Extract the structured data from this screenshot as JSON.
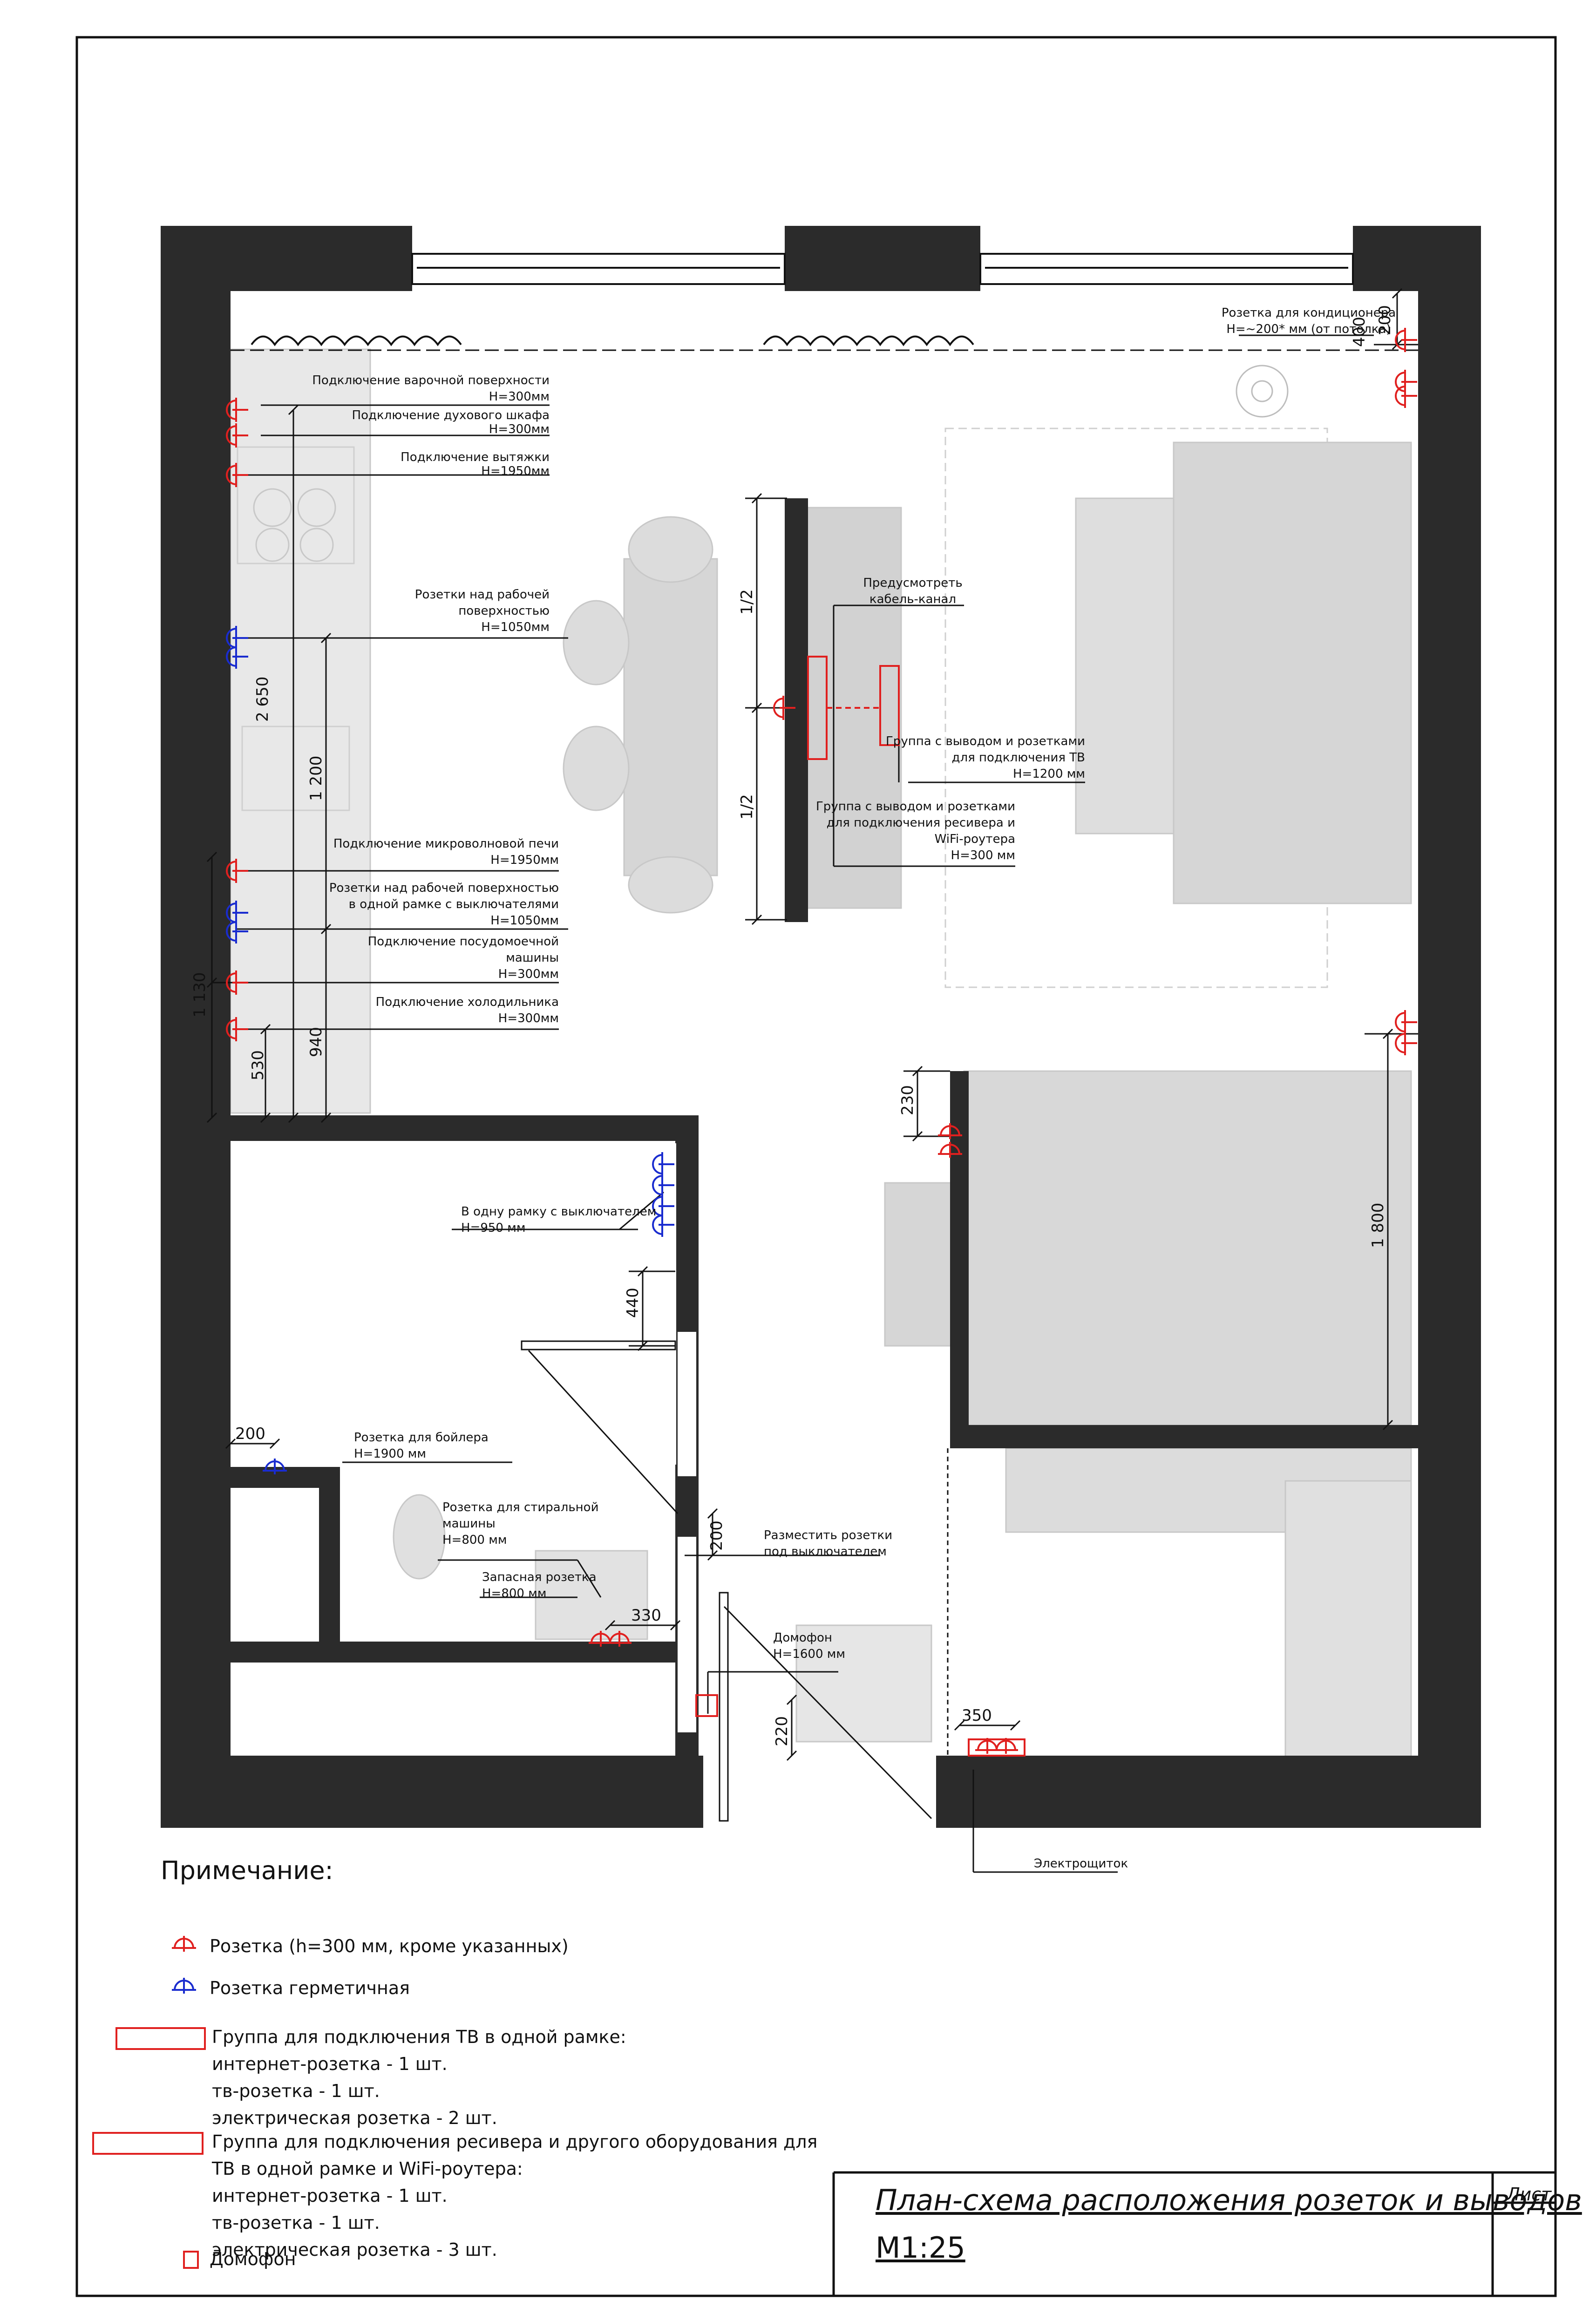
{
  "plan": {
    "dims": {
      "d2650": "2 650",
      "d1200": "1 200",
      "d1130": "1 130",
      "d530": "530",
      "d940": "940",
      "d1800": "1 800",
      "d230": "230",
      "d440": "440",
      "d200a": "200",
      "d200b": "200",
      "d200c": "200",
      "d400": "400",
      "d330": "330",
      "d220": "220",
      "d350": "350",
      "half1": "1/2",
      "half2": "1/2"
    },
    "notes": {
      "hob": [
        "Подключение варочной поверхности",
        "H=300мм"
      ],
      "oven": [
        "Подключение духового шкафа",
        "H=300мм"
      ],
      "hood": [
        "Подключение вытяжки",
        "H=1950мм"
      ],
      "worktop": [
        "Розетки над рабочей",
        "поверхностью",
        "H=1050мм"
      ],
      "microwave": [
        "Подключение микроволновой печи",
        "H=1950мм"
      ],
      "worktop_switch": [
        "Розетки над рабочей поверхностью",
        "в одной рамке с выключателями",
        "H=1050мм"
      ],
      "dishwasher": [
        "Подключение посудомоечной",
        "машины",
        "H=300мм"
      ],
      "fridge": [
        "Подключение холодильника",
        "H=300мм"
      ],
      "cable_channel": [
        "Предусмотреть",
        "кабель-канал"
      ],
      "tv_group": [
        "Группа с выводом и розетками",
        "для подключения ТВ",
        "H=1200 мм"
      ],
      "receiver_group": [
        "Группа с выводом и розетками",
        "для подключения ресивера и",
        "WiFi-роутера",
        "H=300 мм"
      ],
      "ac": [
        "Розетка для кондиционера",
        "H=~200* мм (от потолка)"
      ],
      "bath_switch": [
        "В одну рамку с выключателем",
        "H=950 мм"
      ],
      "boiler": [
        "Розетка для бойлера",
        "H=1900 мм"
      ],
      "washer": [
        "Розетка для стиральной",
        "машины",
        "H=800 мм"
      ],
      "spare": [
        "Запасная розетка",
        "H=800 мм"
      ],
      "under_switch": [
        "Разместить розетки",
        "под выключателем"
      ],
      "intercom": [
        "Домофон",
        "H=1600 мм"
      ],
      "panel": [
        "Электрощиток"
      ]
    }
  },
  "legend": {
    "title": "Примечание:",
    "socket": "Розетка (h=300 мм, кроме указанных)",
    "sealed": "Розетка герметичная",
    "tv_lines": [
      "Группа для подключения ТВ в одной рамке:",
      "интернет-розетка - 1 шт.",
      "тв-розетка - 1 шт.",
      "электрическая розетка - 2 шт."
    ],
    "rec_lines": [
      "Группа для подключения ресивера и другого оборудования для",
      "ТВ в одной рамке и WiFi-роутера:",
      "интернет-розетка - 1 шт.",
      "тв-розетка - 1 шт.",
      "электрическая розетка - 3 шт."
    ],
    "intercom": "Домофон"
  },
  "titleblock": {
    "title": "План-схема расположения розеток и выводов",
    "scale": "М1:25",
    "sheet": "Лист"
  },
  "colors": {
    "wall": "#2b2b2b",
    "socket": "#e0201f",
    "sealed": "#1a2ccf",
    "furniture": "#dcdcdc",
    "line": "#111111"
  }
}
